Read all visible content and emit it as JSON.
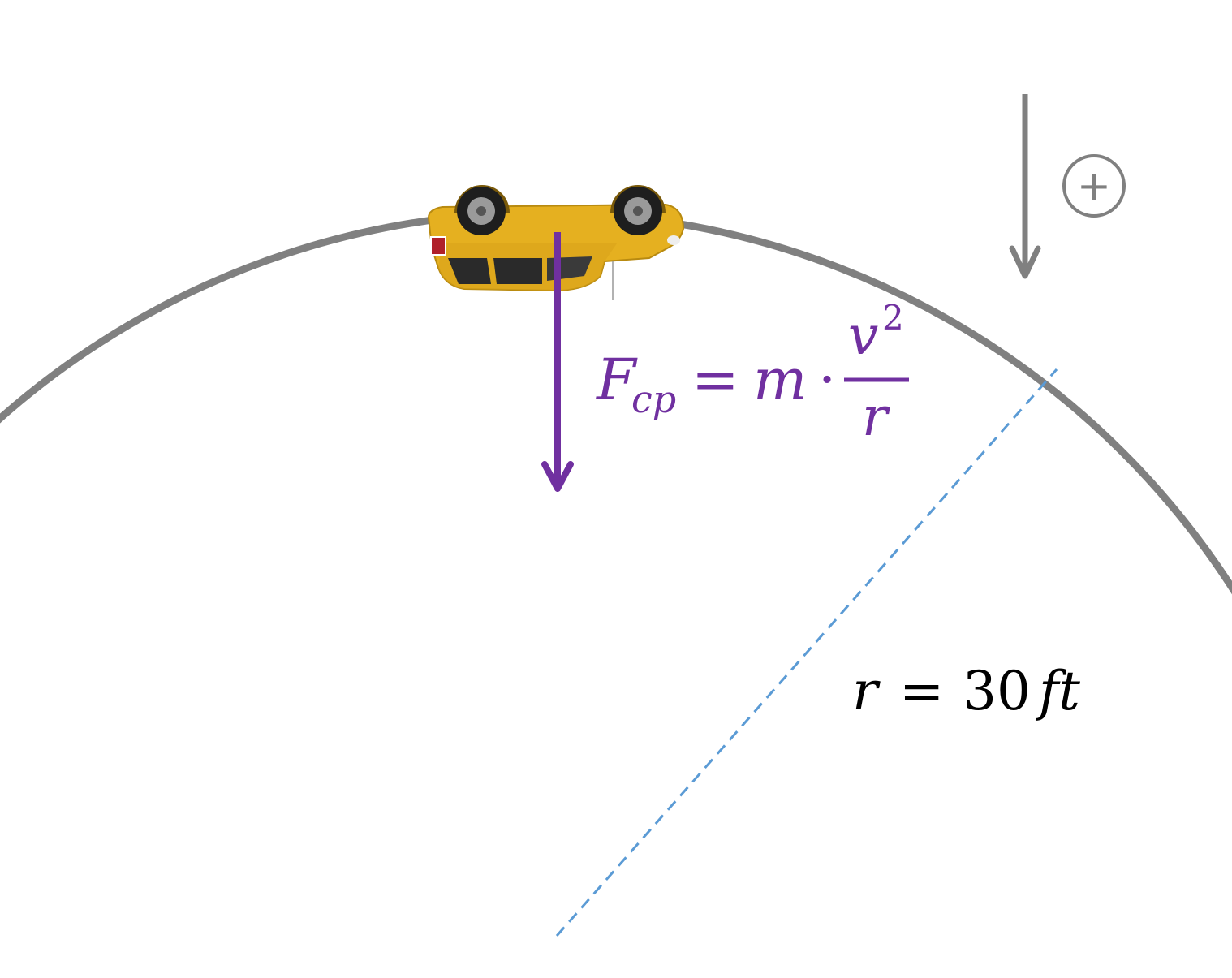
{
  "formula": {
    "lhs": "F",
    "lhs_sub": "cp",
    "equals": "=",
    "mass": "m",
    "dot": "·",
    "numerator": "v",
    "numerator_exp": "2",
    "denominator": "r"
  },
  "radius_label": {
    "symbol": "r",
    "equals": "=",
    "value": "30",
    "unit": "ft"
  },
  "positive_direction": {
    "symbol": "+"
  },
  "colors": {
    "track": "#808080",
    "force": "#7030a0",
    "radius_line": "#5b9bd5",
    "car_body": "#e5b020",
    "text": "#000000"
  }
}
